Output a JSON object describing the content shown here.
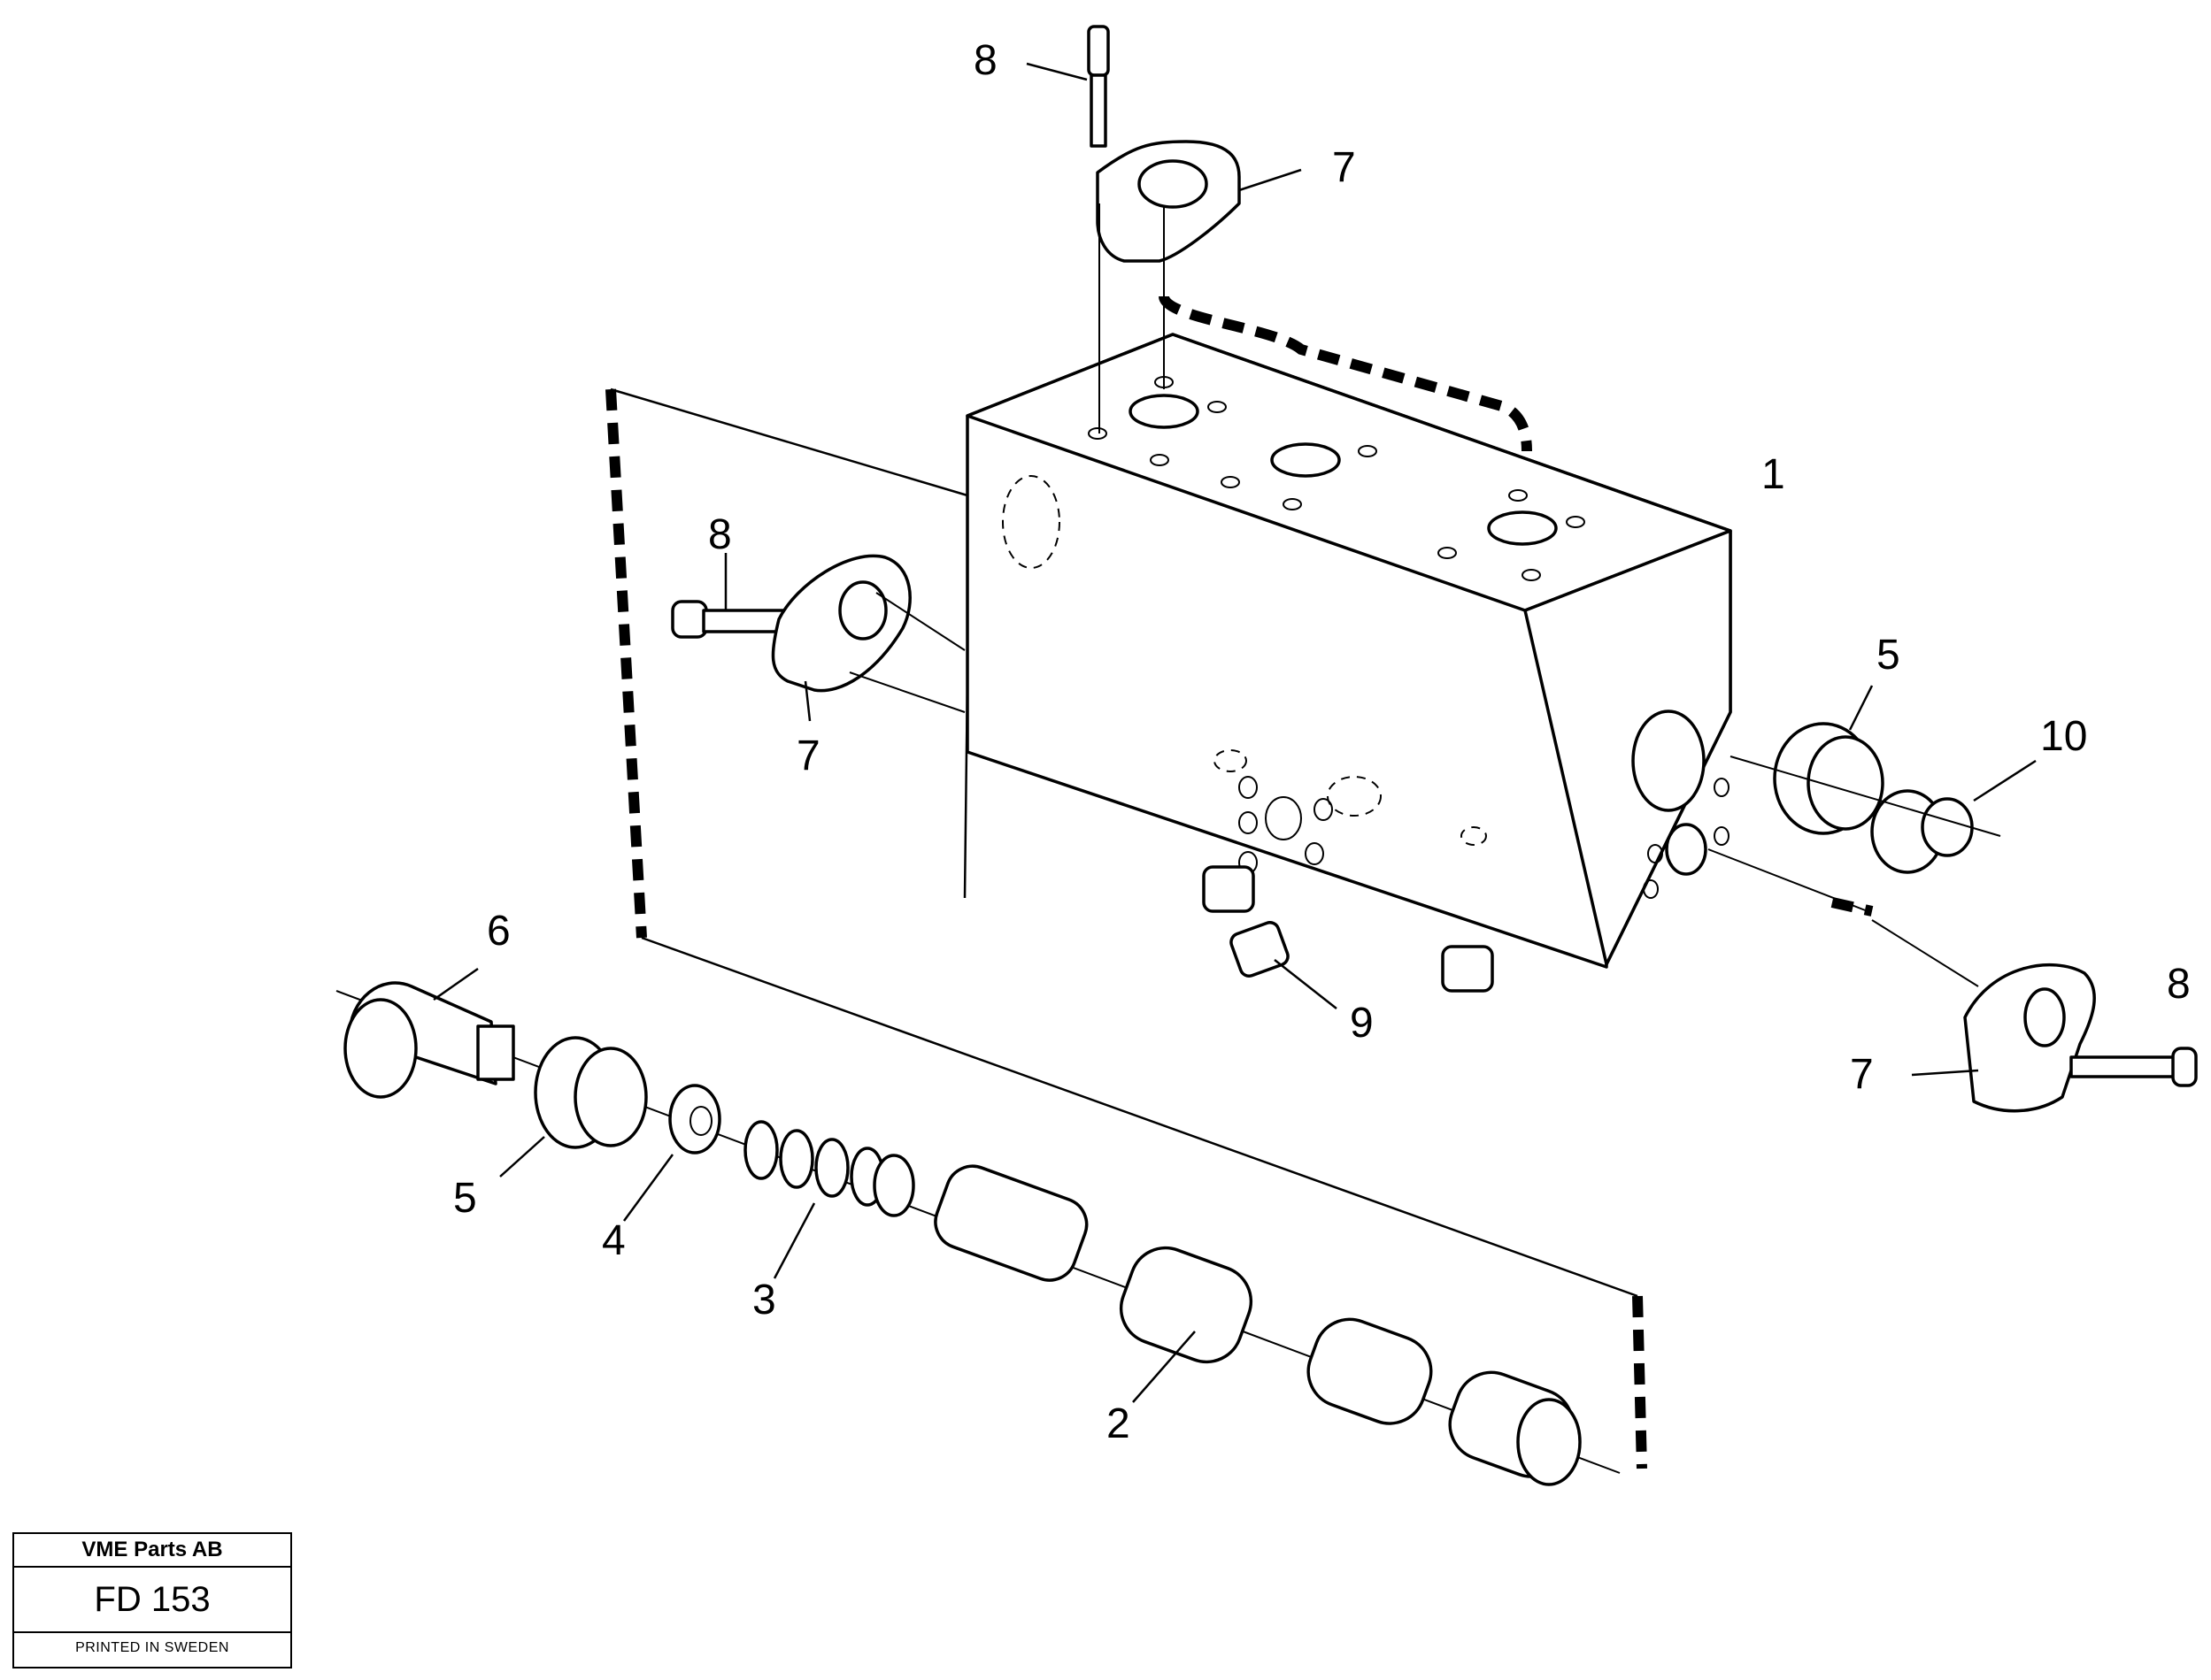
{
  "diagram": {
    "callouts": [
      {
        "id": "callout-8-top",
        "text": "8"
      },
      {
        "id": "callout-7-top",
        "text": "7"
      },
      {
        "id": "callout-1",
        "text": "1"
      },
      {
        "id": "callout-8-left",
        "text": "8"
      },
      {
        "id": "callout-7-left",
        "text": "7"
      },
      {
        "id": "callout-5-right",
        "text": "5"
      },
      {
        "id": "callout-10",
        "text": "10"
      },
      {
        "id": "callout-9",
        "text": "9"
      },
      {
        "id": "callout-8-right",
        "text": "8"
      },
      {
        "id": "callout-7-right",
        "text": "7"
      },
      {
        "id": "callout-6",
        "text": "6"
      },
      {
        "id": "callout-5-left",
        "text": "5"
      },
      {
        "id": "callout-4",
        "text": "4"
      },
      {
        "id": "callout-3",
        "text": "3"
      },
      {
        "id": "callout-2",
        "text": "2"
      }
    ]
  },
  "title_block": {
    "company": "VME Parts AB",
    "drawing_number": "FD 153",
    "print_note": "PRINTED IN SWEDEN"
  }
}
